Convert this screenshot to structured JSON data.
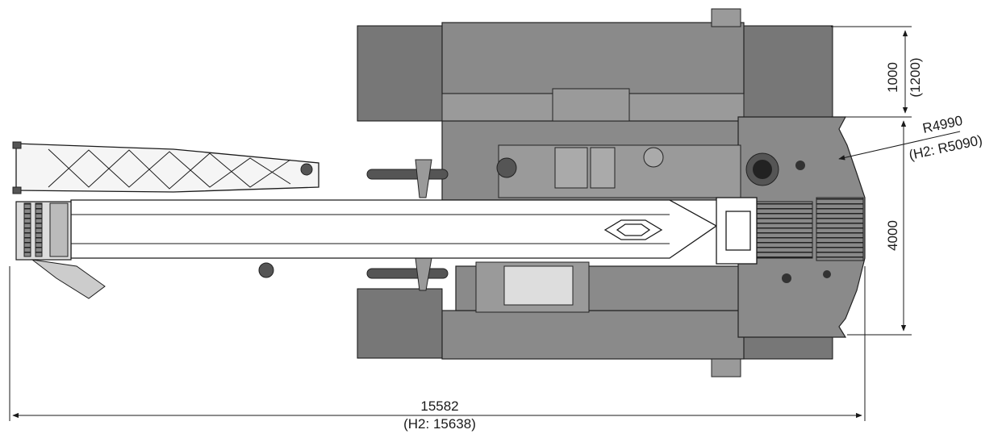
{
  "dimensions": {
    "track_width_label": "1000",
    "track_width_alt_label": "(1200)",
    "track_gauge_label": "4000",
    "tail_radius_label": "R4990",
    "tail_radius_alt_label": "(H2: R5090)",
    "overall_length_label": "15582",
    "overall_length_alt_label": "(H2: 15638)"
  },
  "colors": {
    "body_grey": "#8a8a8a",
    "line": "#1a1a1a",
    "background": "#ffffff"
  }
}
